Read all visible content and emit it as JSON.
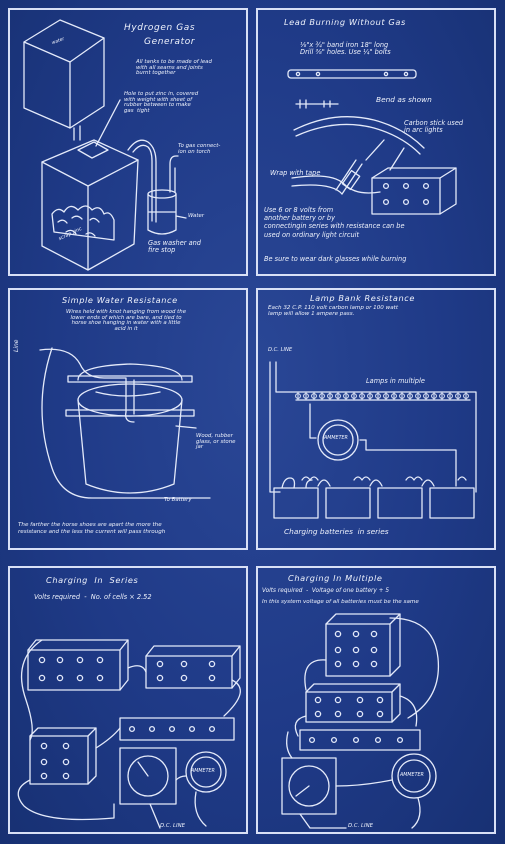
{
  "panels": {
    "hydrogen": {
      "title_1": "Hydrogen Gas",
      "title_2": "Generator",
      "note_1": "All tanks to be made of lead\nwith all seams and joints\nburnt together",
      "note_2": "Hole to put zinc in, covered\nwith weight with sheet of\nrubber between to make\ngas  tight",
      "note_3": "To gas connect-\nion on torch",
      "water": "Water",
      "washer": "Gas washer and\nfire stop",
      "lid": "water",
      "zinc": "scrap zinc"
    },
    "lead_burning": {
      "title": "Lead Burning Without Gas",
      "spec": "⅛\"x ¾\" band iron 18\" long\nDrill ⅜\" holes. Use ¼\" bolts",
      "bend": "Bend as shown",
      "carbon": "Carbon stick used\nin arc lights",
      "tape": "Wrap with tape",
      "instructions": "Use 6 or 8 volts from\nanother battery or by\nconnectingin series with resistance can be\nused on ordinary light circuit",
      "warning": "Be sure to wear dark glasses while burning"
    },
    "water_resistance": {
      "title": "Simple Water Resistance",
      "desc": "Wires held with knot hanging from wood the\nlower ends of which are bare, and tied to\nhorse shoe hanging in water with a little\nacid in it",
      "line": "Line",
      "container": "Wood, rubber\nglass, or stone\njar",
      "battery": "To Battery",
      "footer": "The farther the horse shoes are apart the more the\nresistance and the less the current will pass through"
    },
    "lamp_bank": {
      "title": "Lamp Bank Resistance",
      "desc": "Each 32 C.P. 110 volt carbon lamp or 100 watt\nlamp will allow 1 ampere pass.",
      "dc_line": "D.C. LINE",
      "lamps": "Lamps in multiple",
      "meter": "AMMETER",
      "footer": "Charging batteries  in series"
    },
    "series": {
      "title": "Charging  In  Series",
      "formula": "Volts required  -  No. of cells × 2.52",
      "meter": "AMMETER",
      "dc_line": "D.C. LINE"
    },
    "multiple": {
      "title": "Charging In Multiple",
      "formula": "Volts required  -  Voltage of one battery + 5",
      "note": "In this system voltage of all batteries must be the same",
      "meter": "AMMETER",
      "dc_line": "D.C. LINE"
    }
  },
  "colors": {
    "paper": "#1f3a87",
    "ink": "#eef2fc"
  }
}
